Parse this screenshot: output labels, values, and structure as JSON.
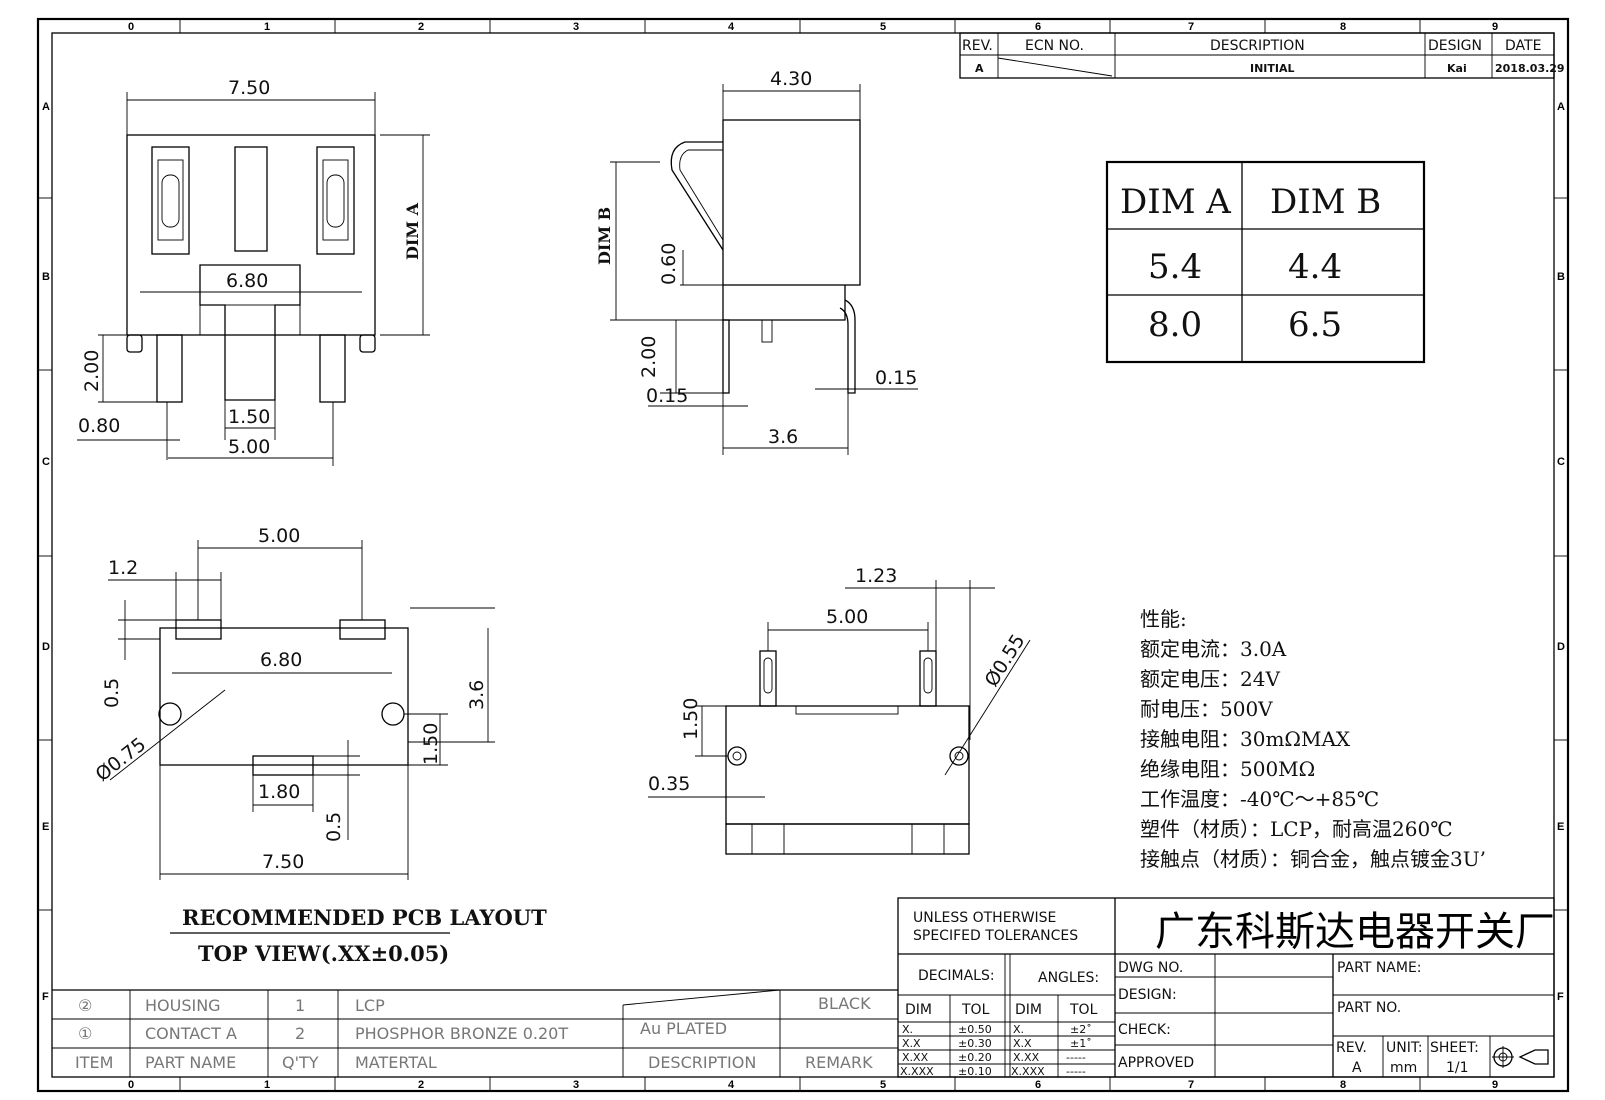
{
  "grid": {
    "columns": [
      "0",
      "1",
      "2",
      "3",
      "4",
      "5",
      "6",
      "7",
      "8",
      "9"
    ],
    "rows": [
      "A",
      "B",
      "C",
      "D",
      "E",
      "F"
    ]
  },
  "revision_table": {
    "headers": [
      "REV.",
      "ECN NO.",
      "DESCRIPTION",
      "DESIGN",
      "DATE"
    ],
    "row": {
      "rev": "A",
      "description": "INITIAL",
      "design": "Kai",
      "date": "2018.03.29"
    }
  },
  "dim_table": {
    "headers": [
      "DIM A",
      "DIM B"
    ],
    "rows": [
      [
        "5.4",
        "4.4"
      ],
      [
        "8.0",
        "6.5"
      ]
    ]
  },
  "front_view": {
    "dims": [
      "7.50",
      "6.80",
      "2.00",
      "0.80",
      "1.50",
      "5.00"
    ],
    "dim_a_label": "DIM A"
  },
  "side_view": {
    "dims": [
      "4.30",
      "0.60",
      "2.00",
      "0.15",
      "0.15",
      "3.6"
    ],
    "dim_b_label": "DIM B"
  },
  "pcb_layout": {
    "dims": [
      "5.00",
      "1.2",
      "0.5",
      "6.80",
      "3.6",
      "1.50",
      "1.80",
      "0.5",
      "7.50"
    ],
    "hole_label": "Ø0.75",
    "title": "RECOMMENDED PCB LAYOUT",
    "subtitle": "TOP VIEW(.XX±0.05)"
  },
  "bottom_view": {
    "dims": [
      "1.23",
      "5.00",
      "1.50",
      "0.35"
    ],
    "hole_label": "Ø0.55"
  },
  "specs": [
    "性能:",
    "额定电流：3.0A",
    "额定电压：24V",
    "耐电压：500V",
    "接触电阻：30mΩMAX",
    "绝缘电阻：500MΩ",
    "工作温度：-40℃～+85℃",
    "塑件（材质）：LCP，耐高温260℃",
    "接触点（材质）：铜合金，触点镀金3U’"
  ],
  "bom": {
    "rows": [
      {
        "item": "②",
        "part": "HOUSING",
        "qty": "1",
        "material": "LCP",
        "description": "",
        "remark": "BLACK"
      },
      {
        "item": "①",
        "part": "CONTACT A",
        "qty": "2",
        "material": "PHOSPHOR BRONZE 0.20T",
        "description": "Au PLATED",
        "remark": ""
      }
    ],
    "headers": {
      "item": "ITEM",
      "part": "PART NAME",
      "qty": "Q'TY",
      "material": "MATERTAL",
      "description": "DESCRIPTION",
      "remark": "REMARK"
    }
  },
  "title_block": {
    "tolerance_title_1": "UNLESS OTHERWISE",
    "tolerance_title_2": "SPECIFED TOLERANCES",
    "company": "广东科斯达电器开关厂",
    "decimals": "DECIMALS:",
    "angles": "ANGLES:",
    "dim": "DIM",
    "tol": "TOL",
    "decimal_rows": [
      [
        "X.",
        "±0.50"
      ],
      [
        "X.X",
        "±0.30"
      ],
      [
        "X.XX",
        "±0.20"
      ],
      [
        "X.XXX",
        "±0.10"
      ]
    ],
    "angle_rows": [
      [
        "X.",
        "±2˚"
      ],
      [
        "X.X",
        "±1˚"
      ],
      [
        "X.XX",
        "-----"
      ],
      [
        "X.XXX",
        "-----"
      ]
    ],
    "dwg_no": "DWG NO.",
    "design": "DESIGN:",
    "check": "CHECK:",
    "approved": "APPROVED",
    "part_name": "PART NAME:",
    "part_no": "PART NO.",
    "rev_label": "REV.",
    "rev_value": "A",
    "unit_label": "UNIT:",
    "unit_value": "mm",
    "sheet_label": "SHEET:",
    "sheet_value": "1/1"
  }
}
